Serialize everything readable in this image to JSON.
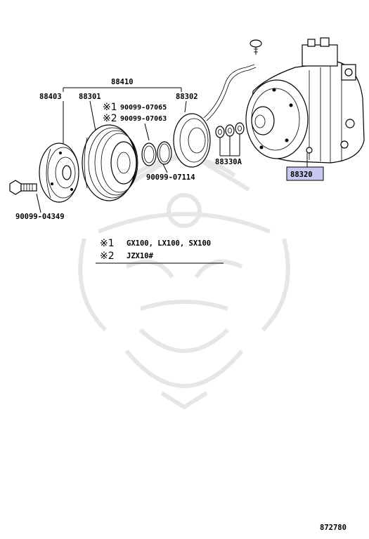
{
  "part_labels": {
    "assembly": "88410",
    "clutch_plate": "88403",
    "pulley": "88301",
    "field_coil": "88302",
    "shims": "88330A",
    "compressor": "88320",
    "bolt": "90099-04349",
    "snap_ring": "90099-07114",
    "ring_1": "90099-07065",
    "ring_2": "90099-07063"
  },
  "notes": {
    "mark1": "※1",
    "mark2": "※2",
    "note1_models": "GX100, LX100, SX100",
    "note2_models": "JZX10#"
  },
  "figure_number": "872780",
  "colors": {
    "highlight": "#c8c8f0",
    "line": "#000000",
    "watermark": "#ececec"
  }
}
